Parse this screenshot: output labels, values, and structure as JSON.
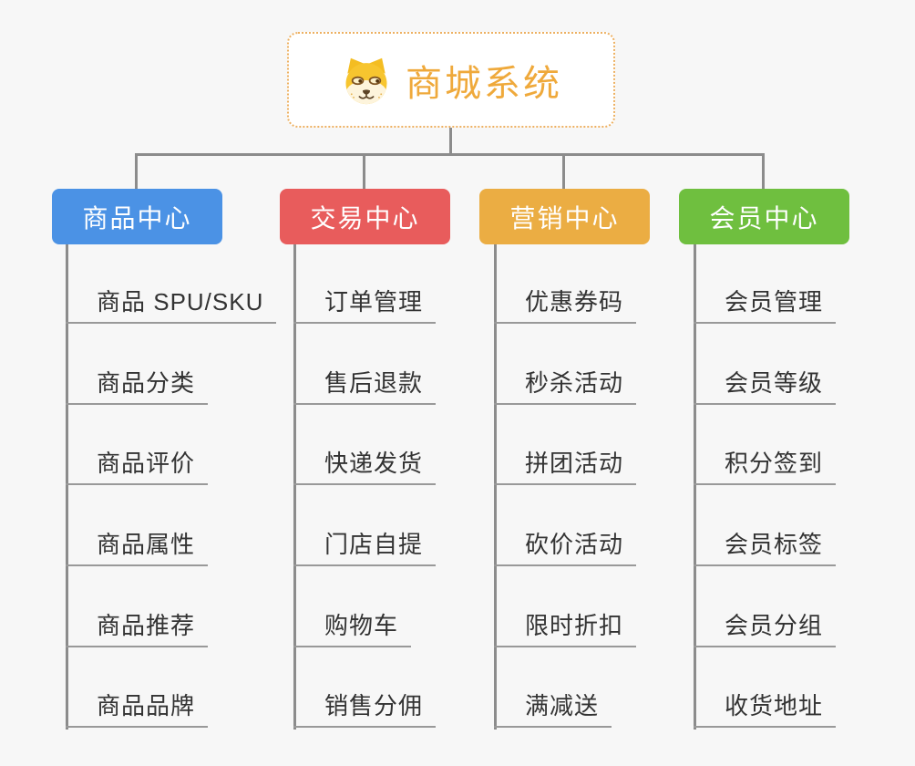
{
  "root": {
    "title": "商城系统",
    "icon": "shiba-dog-icon",
    "title_color": "#EFA93B",
    "border_color": "#EDB061"
  },
  "connector_color": "#8C8C8C",
  "branches": [
    {
      "label": "商品中心",
      "color": "#4B92E5",
      "items": [
        "商品 SPU/SKU",
        "商品分类",
        "商品评价",
        "商品属性",
        "商品推荐",
        "商品品牌"
      ]
    },
    {
      "label": "交易中心",
      "color": "#E85C5C",
      "items": [
        "订单管理",
        "售后退款",
        "快递发货",
        "门店自提",
        "购物车",
        "销售分佣"
      ]
    },
    {
      "label": "营销中心",
      "color": "#EBAD43",
      "items": [
        "优惠券码",
        "秒杀活动",
        "拼团活动",
        "砍价活动",
        "限时折扣",
        "满减送"
      ]
    },
    {
      "label": "会员中心",
      "color": "#6FBF3F",
      "items": [
        "会员管理",
        "会员等级",
        "积分签到",
        "会员标签",
        "会员分组",
        "收货地址"
      ]
    }
  ]
}
